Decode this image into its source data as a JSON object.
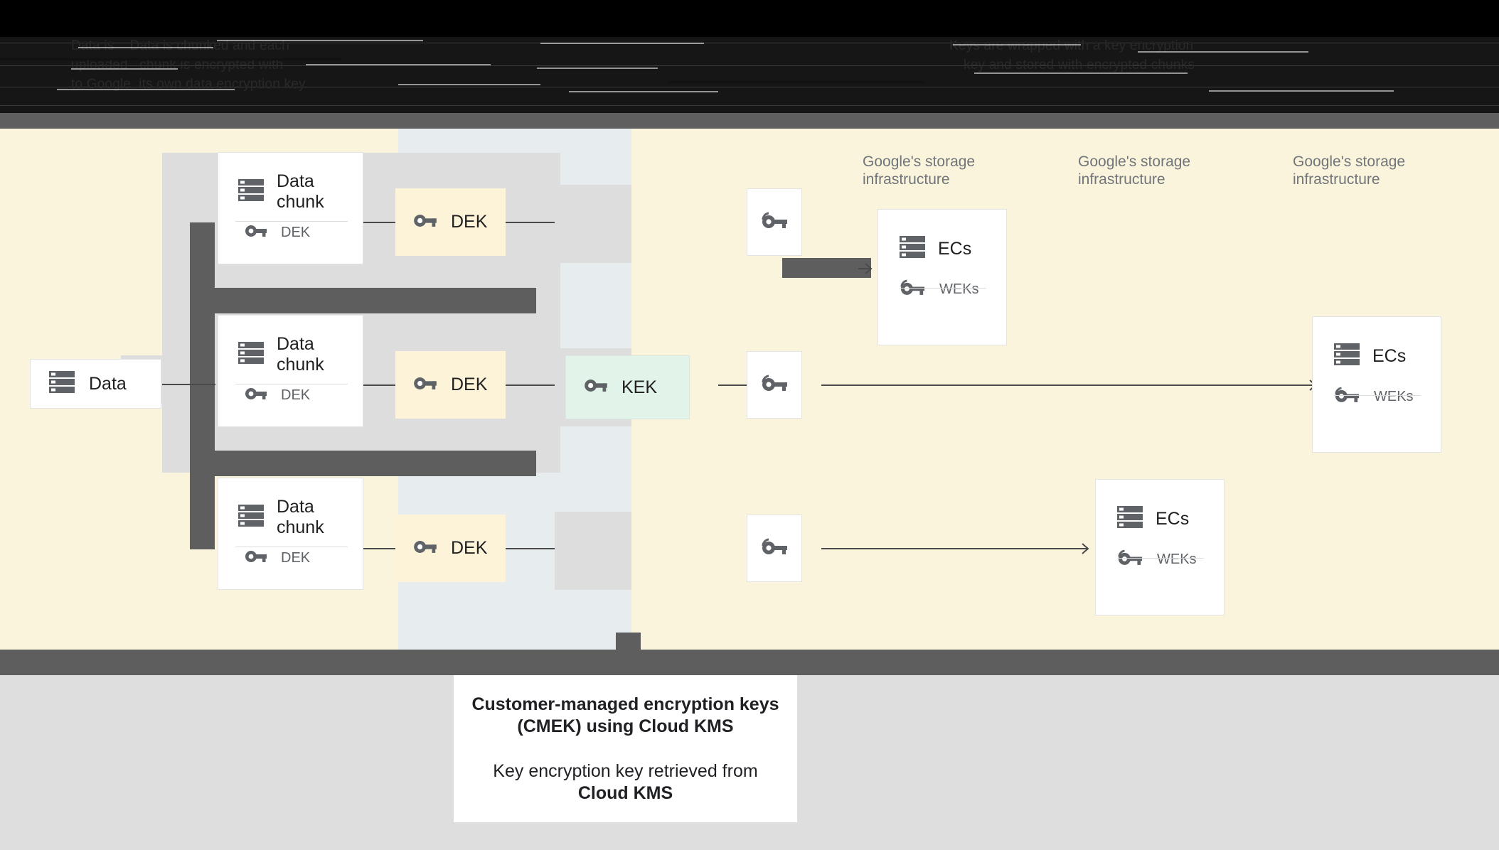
{
  "header": {
    "obscured": true,
    "lines": [
      "Data is    Data is chunked and each",
      "uploaded   chunk is encrypted with",
      "to Google  its own data encryption key",
      "Keys are wrapped with a key encryption",
      "key and stored with encrypted chunks"
    ]
  },
  "diagram": {
    "source": {
      "label": "Data",
      "icon": "storage-icon"
    },
    "chunks": [
      {
        "title": "Data\nchunk",
        "icon": "storage-icon",
        "key_label": "DEK",
        "key_icon": "key-icon"
      },
      {
        "title": "Data\nchunk",
        "icon": "storage-icon",
        "key_label": "DEK",
        "key_icon": "key-icon"
      },
      {
        "title": "Data\nchunk",
        "icon": "storage-icon",
        "key_label": "DEK",
        "key_icon": "key-icon"
      }
    ],
    "deks": [
      {
        "label": "DEK",
        "icon": "key-icon"
      },
      {
        "label": "DEK",
        "icon": "key-icon"
      },
      {
        "label": "DEK",
        "icon": "key-icon"
      }
    ],
    "kek": {
      "label": "KEK",
      "icon": "key-icon"
    },
    "wrapped_keys": [
      {
        "icon": "wrapped-key-icon"
      },
      {
        "icon": "wrapped-key-icon"
      },
      {
        "icon": "wrapped-key-icon"
      }
    ],
    "infra_labels": [
      "Google's storage\ninfrastructure",
      "Google's storage\ninfrastructure",
      "Google's storage\ninfrastructure"
    ],
    "ecs": [
      {
        "title": "ECs",
        "icon": "storage-icon",
        "key_label": "WEKs",
        "key_icon": "wrapped-key-icon"
      },
      {
        "title": "ECs",
        "icon": "storage-icon",
        "key_label": "WEKs",
        "key_icon": "wrapped-key-icon"
      },
      {
        "title": "ECs",
        "icon": "storage-icon",
        "key_label": "WEKs",
        "key_icon": "wrapped-key-icon"
      }
    ]
  },
  "caption": {
    "line1": "Customer-managed encryption keys",
    "line2": "(CMEK) using Cloud KMS",
    "line3": "Key encryption key retrieved from",
    "line4": "Cloud KMS"
  },
  "colors": {
    "cream": "#fbf4dd",
    "blue_gray": "#e7ecee",
    "gray": "#dddddd",
    "dark": "#5e5e5e",
    "dek_chip": "#fdf3d8",
    "kek_chip": "#e2f3ea",
    "icon": "#5f6368",
    "footer": "#dedede"
  }
}
